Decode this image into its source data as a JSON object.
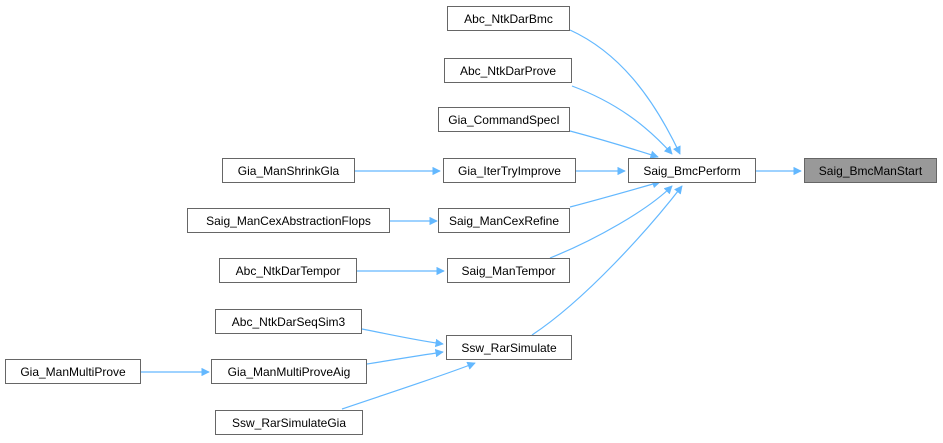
{
  "graph": {
    "root": "Saig_BmcManStart",
    "nodes": {
      "saig_bmcmanstart": "Saig_BmcManStart",
      "saig_bmcperform": "Saig_BmcPerform",
      "abc_ntkdarbmc": "Abc_NtkDarBmc",
      "abc_ntkdarprove": "Abc_NtkDarProve",
      "gia_commandspeci": "Gia_CommandSpecI",
      "gia_itertryimprove": "Gia_IterTryImprove",
      "gia_manshrinkgla": "Gia_ManShrinkGla",
      "saig_mancexrefine": "Saig_ManCexRefine",
      "saig_mancexabstractionflops": "Saig_ManCexAbstractionFlops",
      "saig_mantempor": "Saig_ManTempor",
      "abc_ntkdartempor": "Abc_NtkDarTempor",
      "ssw_rarsimulate": "Ssw_RarSimulate",
      "abc_ntkdarseqsim3": "Abc_NtkDarSeqSim3",
      "gia_manmultiproveaig": "Gia_ManMultiProveAig",
      "gia_manmultiprove": "Gia_ManMultiProve",
      "ssw_rarsimulategia": "Ssw_RarSimulateGia"
    },
    "edges": [
      [
        "saig_bmcperform",
        "saig_bmcmanstart"
      ],
      [
        "abc_ntkdarbmc",
        "saig_bmcperform"
      ],
      [
        "abc_ntkdarprove",
        "saig_bmcperform"
      ],
      [
        "gia_commandspeci",
        "saig_bmcperform"
      ],
      [
        "gia_itertryimprove",
        "saig_bmcperform"
      ],
      [
        "saig_mancexrefine",
        "saig_bmcperform"
      ],
      [
        "saig_mantempor",
        "saig_bmcperform"
      ],
      [
        "ssw_rarsimulate",
        "saig_bmcperform"
      ],
      [
        "gia_manshrinkgla",
        "gia_itertryimprove"
      ],
      [
        "saig_mancexabstractionflops",
        "saig_mancexrefine"
      ],
      [
        "abc_ntkdartempor",
        "saig_mantempor"
      ],
      [
        "abc_ntkdarseqsim3",
        "ssw_rarsimulate"
      ],
      [
        "gia_manmultiproveaig",
        "ssw_rarsimulate"
      ],
      [
        "ssw_rarsimulategia",
        "ssw_rarsimulate"
      ],
      [
        "gia_manmultiprove",
        "gia_manmultiproveaig"
      ]
    ],
    "colors": {
      "edge": "#63b8ff",
      "node_border": "#666666",
      "root_fill": "#999999",
      "node_fill": "#ffffff"
    }
  }
}
